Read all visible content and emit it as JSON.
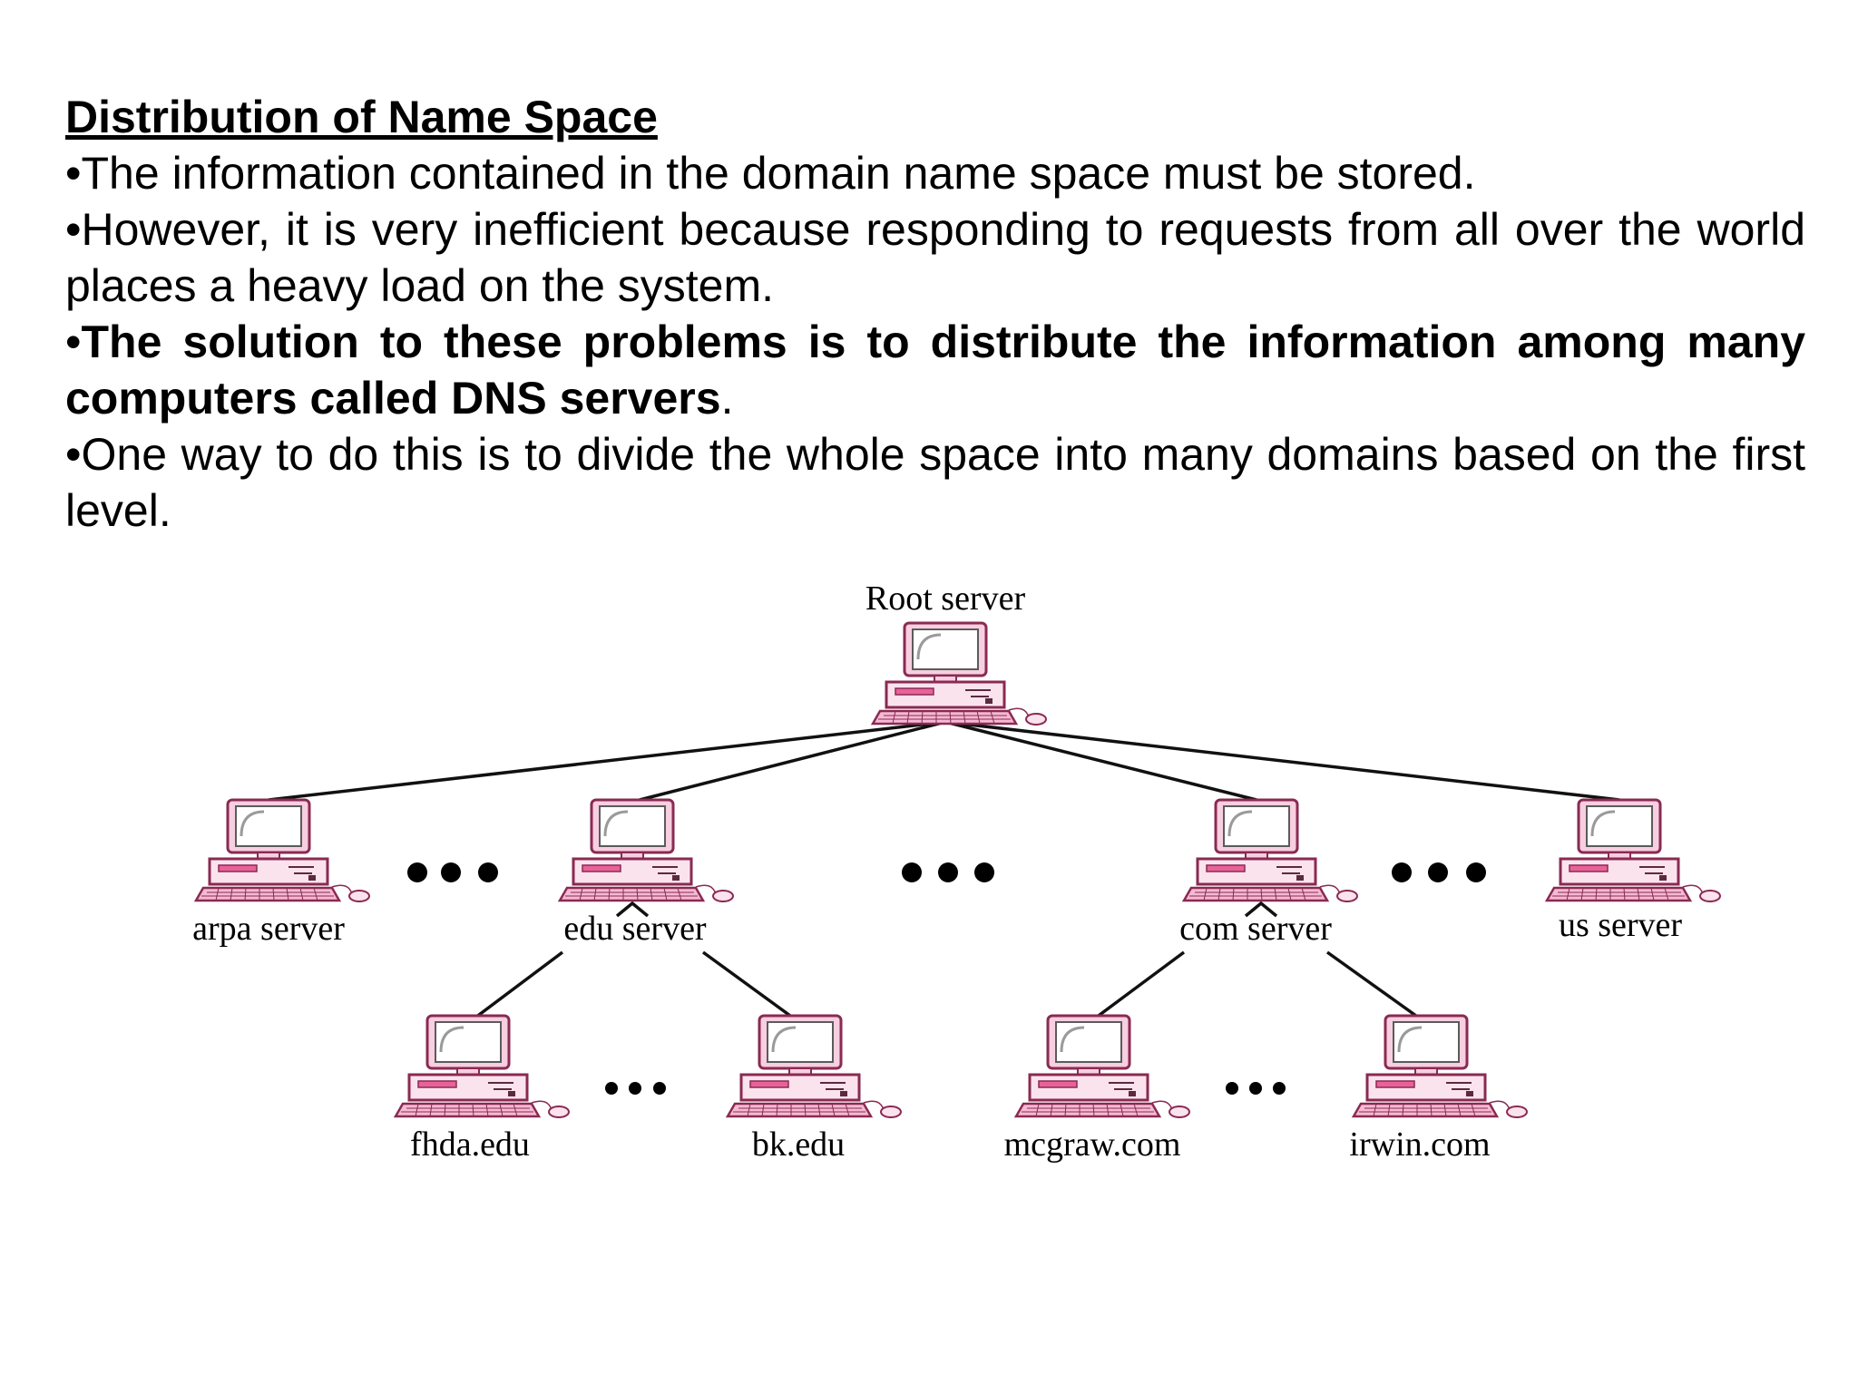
{
  "title": "Distribution of Name Space",
  "bullets": [
    {
      "text": "The information contained in the domain name space must be stored."
    },
    {
      "text": "However, it is very inefficient because responding to requests from all over the world places a heavy load on the system."
    },
    {
      "bold": "The solution to these problems is to distribute the information among many computers called DNS servers",
      "after": "."
    },
    {
      "text": "One way to do this is to divide the whole space into many domains based on the first level."
    }
  ],
  "diagram": {
    "root": "Root server",
    "servers": [
      "arpa server",
      "edu server",
      "com server",
      "us server"
    ],
    "edu_children": [
      "fhda.edu",
      "bk.edu"
    ],
    "com_children": [
      "mcgraw.com",
      "irwin.com"
    ],
    "colors": {
      "computer_fill": "#f7cfe0",
      "computer_stroke": "#8a2a52",
      "accent": "#e8629a",
      "line": "#111111"
    }
  }
}
